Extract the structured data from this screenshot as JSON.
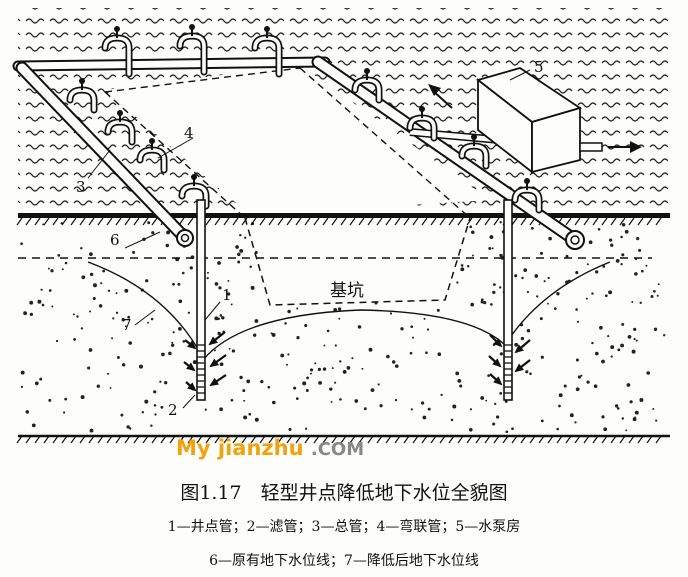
{
  "figure": {
    "title": "图1.17　轻型井点降低地下水位全貌图",
    "legend_line1": "1—井点管；2—滤管；3—总管；4—弯联管；5—水泵房",
    "legend_line2": "6—原有地下水位线；7—降低后地下水位线"
  },
  "watermark": {
    "main": "My jianzhu",
    "suffix": ".COM"
  },
  "diagram": {
    "pit_label": "基坑",
    "callouts": [
      "1",
      "2",
      "3",
      "4",
      "5",
      "6",
      "7"
    ]
  },
  "colors": {
    "watermark": "#f2a20c",
    "ink": "#111111"
  }
}
